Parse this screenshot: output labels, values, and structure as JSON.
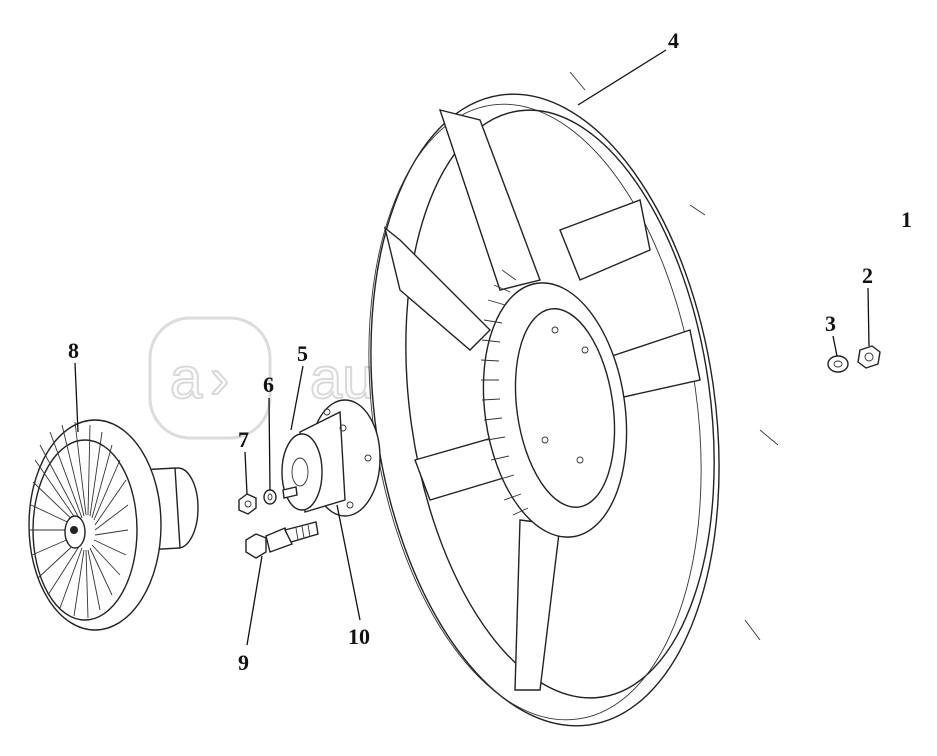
{
  "watermark": {
    "text": "autopiter.ru",
    "logo_letter": "a"
  },
  "callouts": {
    "c1": "1",
    "c2": "2",
    "c3": "3",
    "c4": "4",
    "c5": "5",
    "c6": "6",
    "c7": "7",
    "c8": "8",
    "c9": "9",
    "c10": "10"
  }
}
